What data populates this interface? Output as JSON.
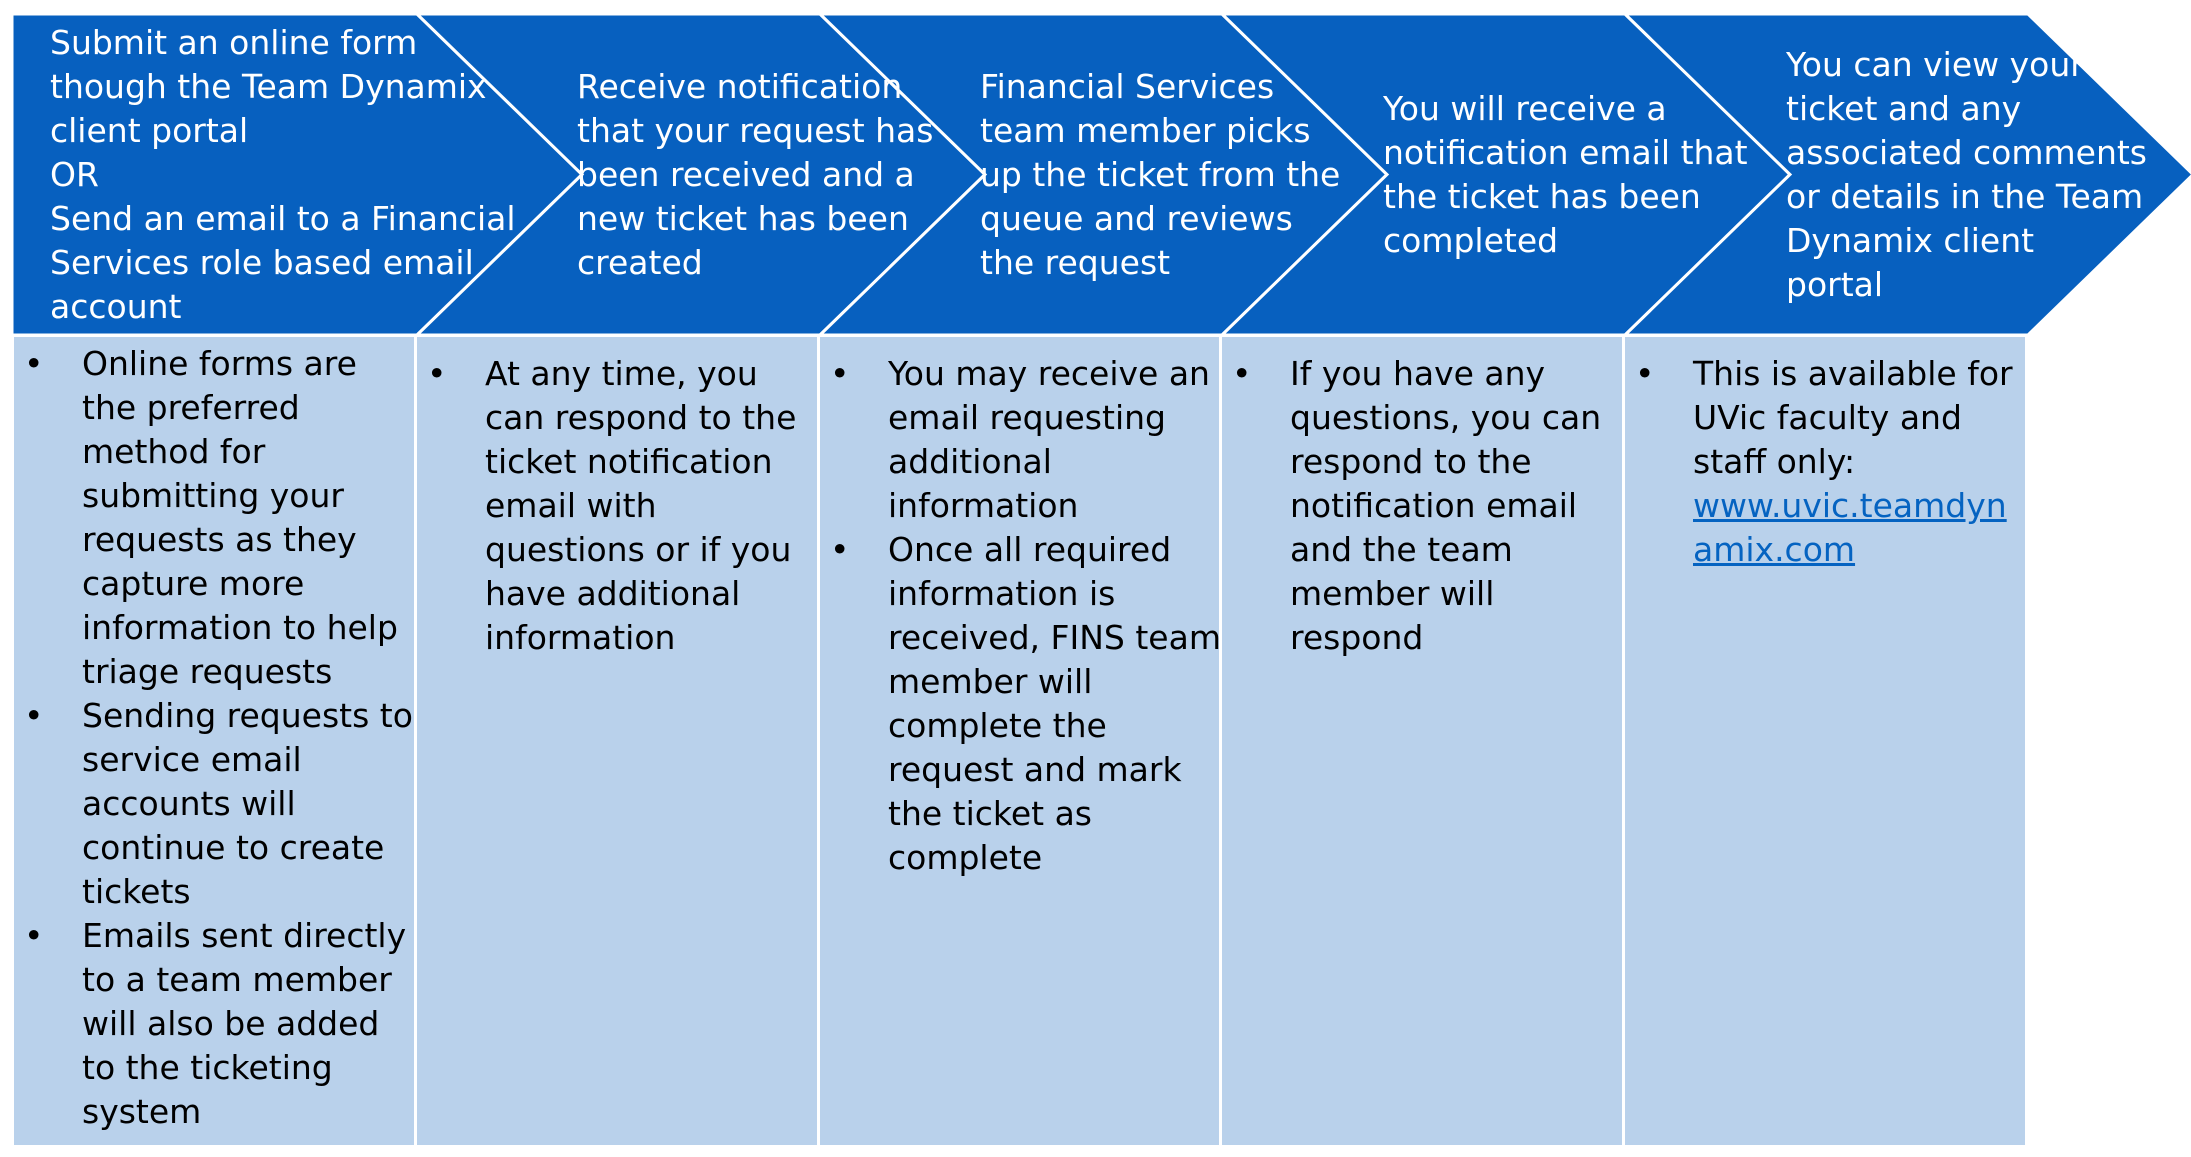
{
  "colors": {
    "chevron_fill": "#0760bf",
    "chevron_border": "#ffffff",
    "detail_fill": "#b9d1eb",
    "chevron_text": "#ffffff",
    "detail_text": "#000000",
    "link": "#0563c1"
  },
  "steps": [
    {
      "heading_lines": [
        "Submit an online form",
        "though the Team Dynamix",
        "client portal",
        "OR",
        "Send an email to a Financial",
        "Services role based email",
        "account"
      ],
      "bullets": [
        {
          "lines": [
            "Online forms are",
            "the preferred",
            "method for",
            "submitting your",
            "requests as they",
            "capture more",
            "information to help",
            "triage requests"
          ]
        },
        {
          "lines": [
            "Sending requests to",
            "service email",
            "accounts will",
            "continue to create",
            "tickets"
          ]
        },
        {
          "lines": [
            "Emails sent directly",
            "to a team member",
            "will also be added",
            "to the ticketing",
            "system"
          ]
        }
      ]
    },
    {
      "heading_lines": [
        "Receive notification",
        "that your request has",
        "been received and a",
        "new ticket has been",
        "created"
      ],
      "bullets": [
        {
          "lines": [
            "At any time, you",
            "can respond to the",
            "ticket notification",
            "email with",
            "questions or if you",
            "have additional",
            "information"
          ]
        }
      ]
    },
    {
      "heading_lines": [
        "Financial Services",
        "team member picks",
        "up the ticket from the",
        "queue and reviews",
        "the request"
      ],
      "bullets": [
        {
          "lines": [
            "You may receive an",
            "email requesting",
            "additional",
            "information"
          ]
        },
        {
          "lines": [
            "Once all required",
            "information is",
            "received, FINS team",
            "member will",
            "complete the",
            "request and mark",
            "the ticket as",
            "complete"
          ]
        }
      ]
    },
    {
      "heading_lines": [
        "You will receive a",
        "notification email that",
        "the ticket has been",
        "completed"
      ],
      "bullets": [
        {
          "lines": [
            "If you have any",
            "questions, you can",
            "respond to the",
            "notification email",
            "and the team",
            "member will",
            "respond"
          ]
        }
      ]
    },
    {
      "heading_lines": [
        "You can view your",
        "ticket and any",
        "associated comments",
        "or details in the Team",
        "Dynamix client",
        "portal"
      ],
      "bullets": [
        {
          "lines": [
            "This is available for",
            "UVic faculty and",
            "staff only:"
          ],
          "link_lines": [
            "www.uvic.teamdyn",
            "amix.com"
          ]
        }
      ]
    }
  ]
}
